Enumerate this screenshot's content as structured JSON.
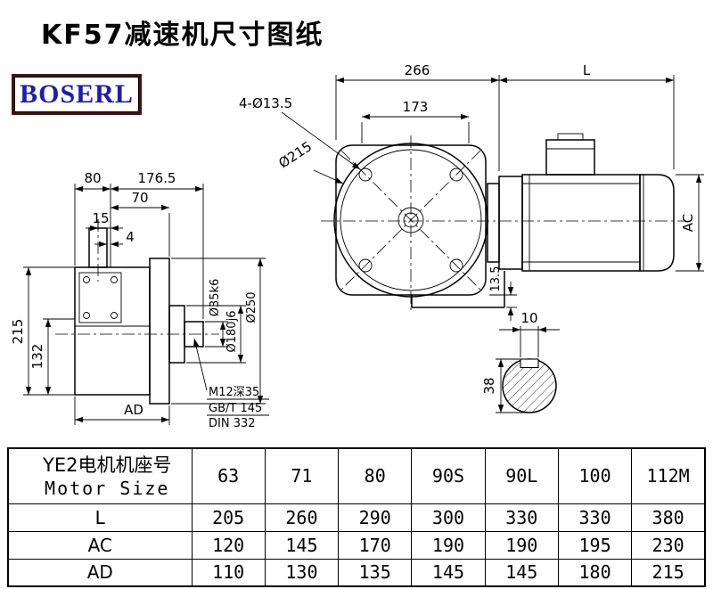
{
  "page": {
    "title": "KF57减速机尺寸图纸",
    "logo_text": "BOSERL"
  },
  "colors": {
    "logo_border": "#451212",
    "logo_text": "#1c1cb0",
    "line": "#000000"
  },
  "front_view": {
    "dim_total_width": "266",
    "dim_flange_width": "173",
    "dim_motor_length": "L",
    "bolt_holes": "4-Ø13.5",
    "flange_diameter": "Ø215",
    "dim_foot": "13.5",
    "dim_motor_height": "AC"
  },
  "side_view": {
    "dim_80": "80",
    "dim_176_5": "176.5",
    "dim_70": "70",
    "dim_15": "15",
    "dim_4": "4",
    "dim_height_215": "215",
    "dim_height_132": "132",
    "dim_ad": "AD",
    "dim_shaft_dia": "Ø35k6",
    "dim_spigot_dia": "Ø180j6",
    "dim_flange_dia": "Ø250",
    "note1": "M12深35",
    "note2": "GB/T 145",
    "note3": "DIN 332"
  },
  "shaft_section": {
    "dim_key_width": "10",
    "dim_key_depth": "38"
  },
  "table": {
    "header_cn": "YE2电机机座号",
    "header_en": "Motor Size",
    "sizes": [
      "63",
      "71",
      "80",
      "90S",
      "90L",
      "100",
      "112M"
    ],
    "rows": [
      {
        "label": "L",
        "values": [
          "205",
          "260",
          "290",
          "300",
          "330",
          "330",
          "380"
        ]
      },
      {
        "label": "AC",
        "values": [
          "120",
          "145",
          "170",
          "190",
          "190",
          "195",
          "230"
        ]
      },
      {
        "label": "AD",
        "values": [
          "110",
          "130",
          "135",
          "145",
          "145",
          "180",
          "215"
        ]
      }
    ]
  }
}
